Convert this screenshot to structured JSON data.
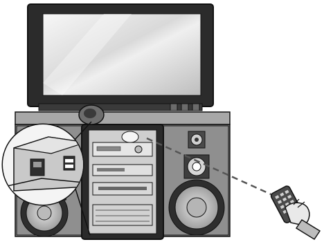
{
  "scene": {
    "items": [
      "flat-screen-tv",
      "tv-stand",
      "left-speaker",
      "right-speaker",
      "audio-rack",
      "magnifier-callout",
      "remote-control",
      "infrared-beam"
    ]
  },
  "colors": {
    "outline": "#1a1a1a",
    "tv_frame": "#2b2b2b",
    "screen_light": "#f2f2f2",
    "screen_mid": "#d8d8d8",
    "cabinet": "#8c8c8c",
    "cabinet_dark": "#3a3a3a",
    "speaker_cone": "#cfcfcf",
    "beam": "#555555"
  }
}
